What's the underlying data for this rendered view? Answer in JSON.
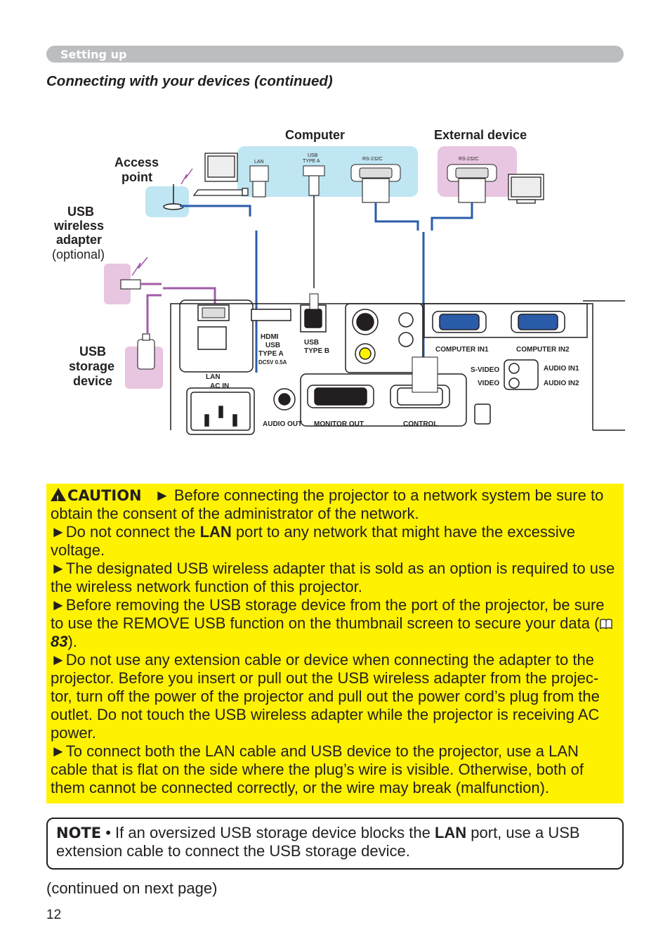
{
  "header": {
    "section": "Setting up"
  },
  "title": "Connecting with your devices (continued)",
  "diagram": {
    "computer": "Computer",
    "external_device": "External device",
    "access_point_1": "Access",
    "access_point_2": "point",
    "usb_wireless_1": "USB",
    "usb_wireless_2": "wireless",
    "usb_wireless_3": "adapter",
    "usb_wireless_4": "(optional)",
    "usb_storage_1": "USB",
    "usb_storage_2": "storage",
    "usb_storage_3": "device",
    "pc_lan": "LAN",
    "pc_usb_1": "USB",
    "pc_usb_2": "TYPE A",
    "pc_rs232c": "RS-232C",
    "ext_rs232c": "RS-232C",
    "p_hdmi": "HDMI",
    "p_usb_a_1": "USB",
    "p_usb_a_2": "TYPE A",
    "p_dc": "DC5V 0.5A",
    "p_usb_b_1": "USB",
    "p_usb_b_2": "TYPE B",
    "p_lan": "LAN",
    "p_acin": "AC IN",
    "p_computer_in1": "COMPUTER IN1",
    "p_computer_in2": "COMPUTER IN2",
    "p_svideo": "S-VIDEO",
    "p_video": "VIDEO",
    "p_audio_in1": "AUDIO IN1",
    "p_audio_in2": "AUDIO IN2",
    "p_audio_out": "AUDIO OUT",
    "p_monitor_out": "MONITOR OUT",
    "p_control": "CONTROL"
  },
  "caution": {
    "label": "CAUTION",
    "p1": "► Before connecting the projector to a network system be sure to obtain the consent of the administrator of the network.",
    "p2_a": "►Do not connect the ",
    "p2_b": "LAN",
    "p2_c": " port to any network that might have the excessive voltage.",
    "p3": "►The designated USB wireless adapter that is sold as an option is required to use the wireless network function of this projector.",
    "p4_a": "►Before removing the USB storage device from the port of the projector, be sure to use the REMOVE USB function on the thumbnail screen to secure your data (",
    "p4_ref": "83",
    "p4_c": ").",
    "p5": "►Do not use any extension cable or device when connecting the adapter to the projector. Before you insert or pull out the USB wireless adapter from the projec-tor, turn off the power of the projector and pull out the power cord’s plug from the outlet. Do not touch the USB wireless adapter while the projector is receiving AC power.",
    "p6": "►To connect both the LAN cable and USB device to the projector, use a LAN cable that is flat on the side where the plug’s wire is visible. Otherwise, both of them cannot be connected correctly, or the wire may break (malfunction)."
  },
  "note": {
    "label": "NOTE",
    "text_a": " • If an oversized USB storage device blocks the ",
    "text_b": "LAN",
    "text_c": " port, use a USB extension cable to connect the USB storage device."
  },
  "continued": "(continued on next page)",
  "page_number": "12",
  "colors": {
    "caution_bg": "#fff200",
    "cable_blue": "#2a5caa",
    "cable_purple": "#a05ba8",
    "pc_panel": "#bfe6f2",
    "ext_panel": "#e8c5e0"
  }
}
